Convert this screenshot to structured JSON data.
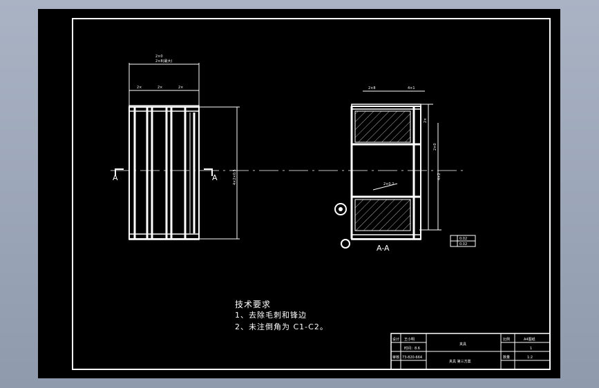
{
  "views": {
    "front": {
      "section_left": "A",
      "section_right": "A"
    },
    "section": {
      "caption": "A-A"
    }
  },
  "dimensions": {
    "top_overall": "2×8(最大)",
    "top_sub": "2×0",
    "top_a": "2×",
    "top_b": "2×",
    "top_c": "2×",
    "height_front": "4×2×0.5",
    "section_top_a": "2×8",
    "section_top_b": "4×1",
    "section_right_a": "2×",
    "section_right_b": "2×0",
    "section_right_c": "4×2",
    "inner_label": "2×0.2"
  },
  "tolerance_frame": {
    "row1": "0.02",
    "row2": "0.02"
  },
  "notes": {
    "heading": "技术要求",
    "line1": "1、去除毛刺和锋边",
    "line2": "2、未注倒角为 C1-C2。"
  },
  "title_block": {
    "cell_r1c1": "设计",
    "cell_r1c2": "王小明",
    "cell_r2c2": "时间：8.6",
    "cell_r3c2": "73-820-664",
    "cell_r3c1": "审核",
    "cell_center": "夹具",
    "cell_bottom_center": "夹具  第三方案",
    "cell_right_top1": "比例",
    "cell_right_top2": "A4图纸",
    "cell_right_mid": "1",
    "cell_right_bot1": "数量",
    "cell_right_bot2": "1:2"
  },
  "colors": {
    "background_outer": "#9aa4b6",
    "sheet": "#000000",
    "lines": "#ffffff"
  }
}
